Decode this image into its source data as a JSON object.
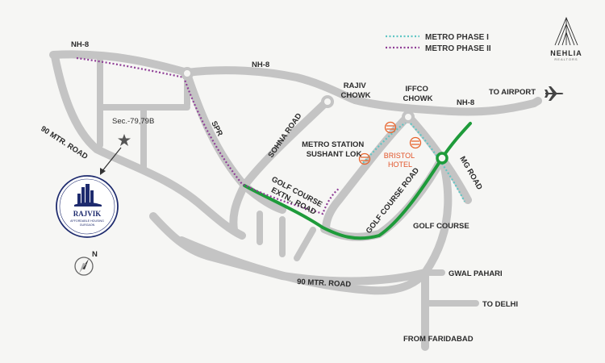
{
  "legend": {
    "phase1": "METRO PHASE I",
    "phase2": "METRO PHASE II"
  },
  "brand": {
    "name": "NEHLIA",
    "tagline": "REALTORS"
  },
  "project_logo": {
    "name": "RAJVIK",
    "line1": "AFFORDABLE HOUSING",
    "line2": "GURGAON"
  },
  "labels": {
    "nh8_left": "NH-8",
    "nh8_center": "NH-8",
    "nh8_right": "NH-8",
    "to_airport": "TO AIRPORT",
    "rajiv_chowk_1": "RAJIV",
    "rajiv_chowk_2": "CHOWK",
    "iffco_chowk_1": "IFFCO",
    "iffco_chowk_2": "CHOWK",
    "sector": "Sec.-79,79B",
    "mtr_road_left": "90 MTR. ROAD",
    "mtr_road_bottom": "90 MTR. ROAD",
    "spr": "SPR",
    "sohna_road": "SOHNA ROAD",
    "metro_station_1": "METRO STATION",
    "metro_station_2": "SUSHANT LOK",
    "bristol_1": "BRISTOL",
    "bristol_2": "HOTEL",
    "golf_course_extn_1": "GOLF COURSE",
    "golf_course_extn_2": "EXTN., ROAD",
    "golf_course_road": "GOLF COURSE ROAD",
    "mg_road": "MG ROAD",
    "golf_course": "GOLF COURSE",
    "gwal_pahari": "GWAL PAHARI",
    "to_delhi": "TO DELHI",
    "from_faridabad": "FROM FARIDABAD",
    "north": "N"
  },
  "colors": {
    "road": "#c4c4c4",
    "phase1_line": "#5fc6c4",
    "phase2_line": "#8e3d96",
    "highlight_road": "#1e9b3a",
    "metro_icon": "#e8632b",
    "brand_navy": "#1e2b6e"
  }
}
